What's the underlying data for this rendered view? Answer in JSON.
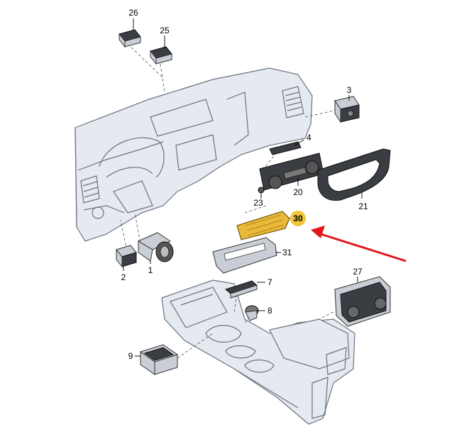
{
  "callouts": {
    "p26": "26",
    "p25": "25",
    "p3": "3",
    "p4": "4",
    "p20": "20",
    "p21": "21",
    "p23": "23",
    "p30": "30",
    "p31": "31",
    "p1": "1",
    "p2": "2",
    "p7": "7",
    "p8": "8",
    "p27": "27",
    "p9": "9"
  },
  "colors": {
    "highlight_part": "#e8b93a",
    "highlight_badge": "#f2c43a",
    "arrow": "#e0161b",
    "outline": "#6b7280"
  }
}
